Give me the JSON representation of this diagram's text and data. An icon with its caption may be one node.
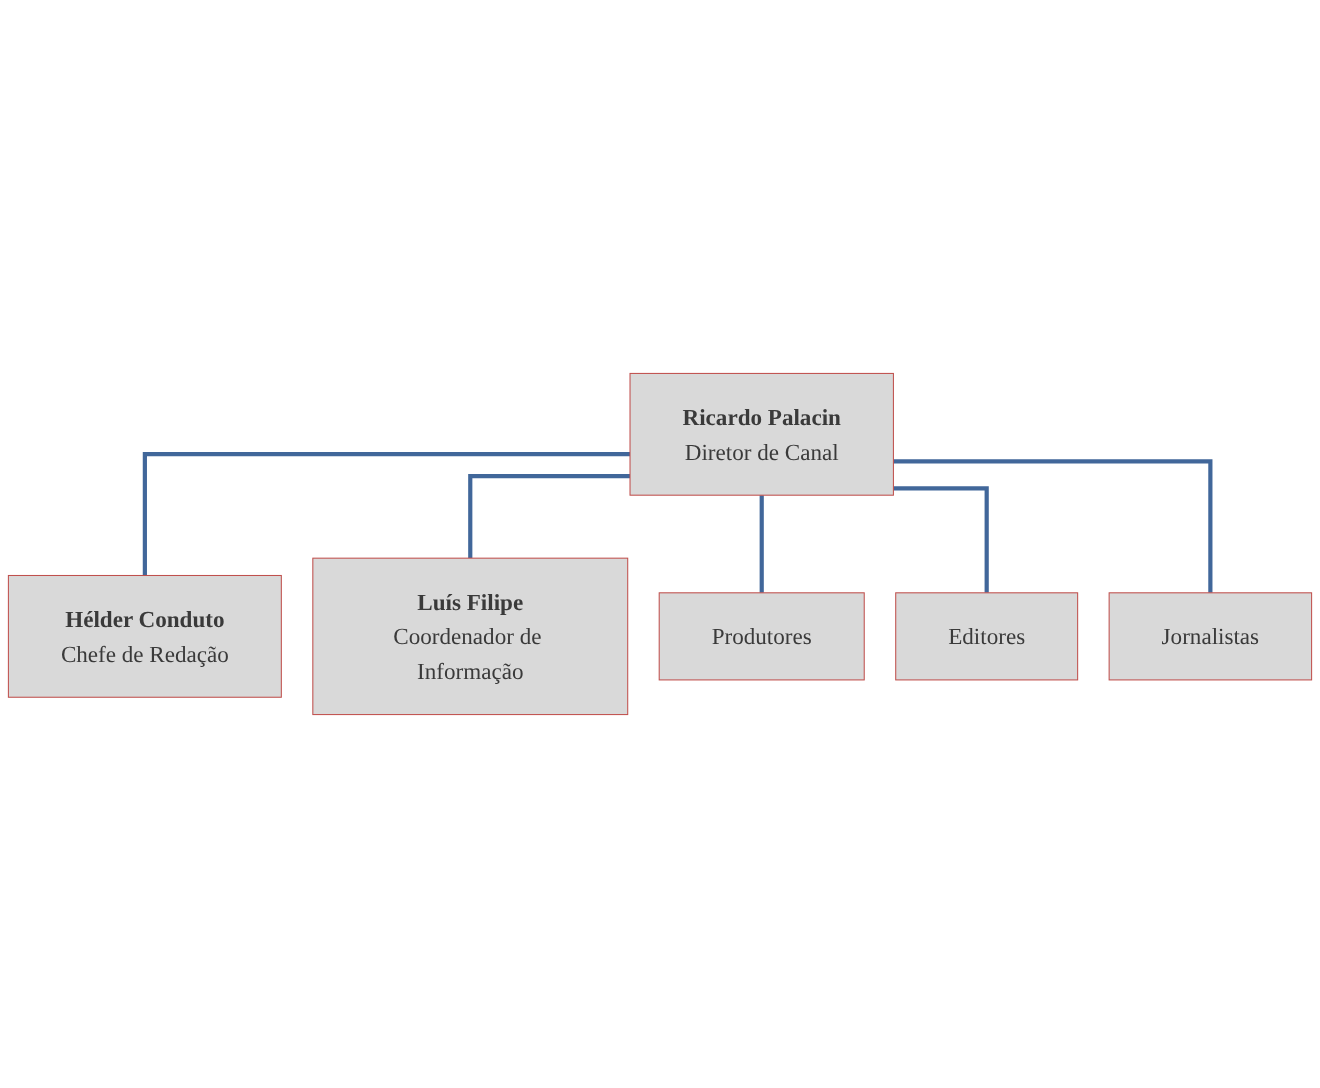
{
  "diagram": {
    "nodes": [
      {
        "text": [
          "Ricardo Palacin",
          "Diretor de Canal"
        ]
      },
      {
        "text": [
          "Hélder Conduto",
          "Chefe de Redação"
        ]
      },
      {
        "text": [
          "Luís Filipe",
          "Coordenador de Informação"
        ]
      },
      {
        "text": [
          "Produtores"
        ]
      },
      {
        "text": [
          "Editores"
        ]
      },
      {
        "text": [
          "Jornalistas"
        ]
      }
    ],
    "edges": [
      {
        "from": 0,
        "to": 1,
        "arrow": "none"
      },
      {
        "from": 0,
        "to": 2,
        "arrow": "none"
      },
      {
        "from": 0,
        "to": 3,
        "arrow": "none"
      },
      {
        "from": 0,
        "to": 4,
        "arrow": "none"
      },
      {
        "from": 0,
        "to": 5,
        "arrow": "none"
      }
    ]
  }
}
